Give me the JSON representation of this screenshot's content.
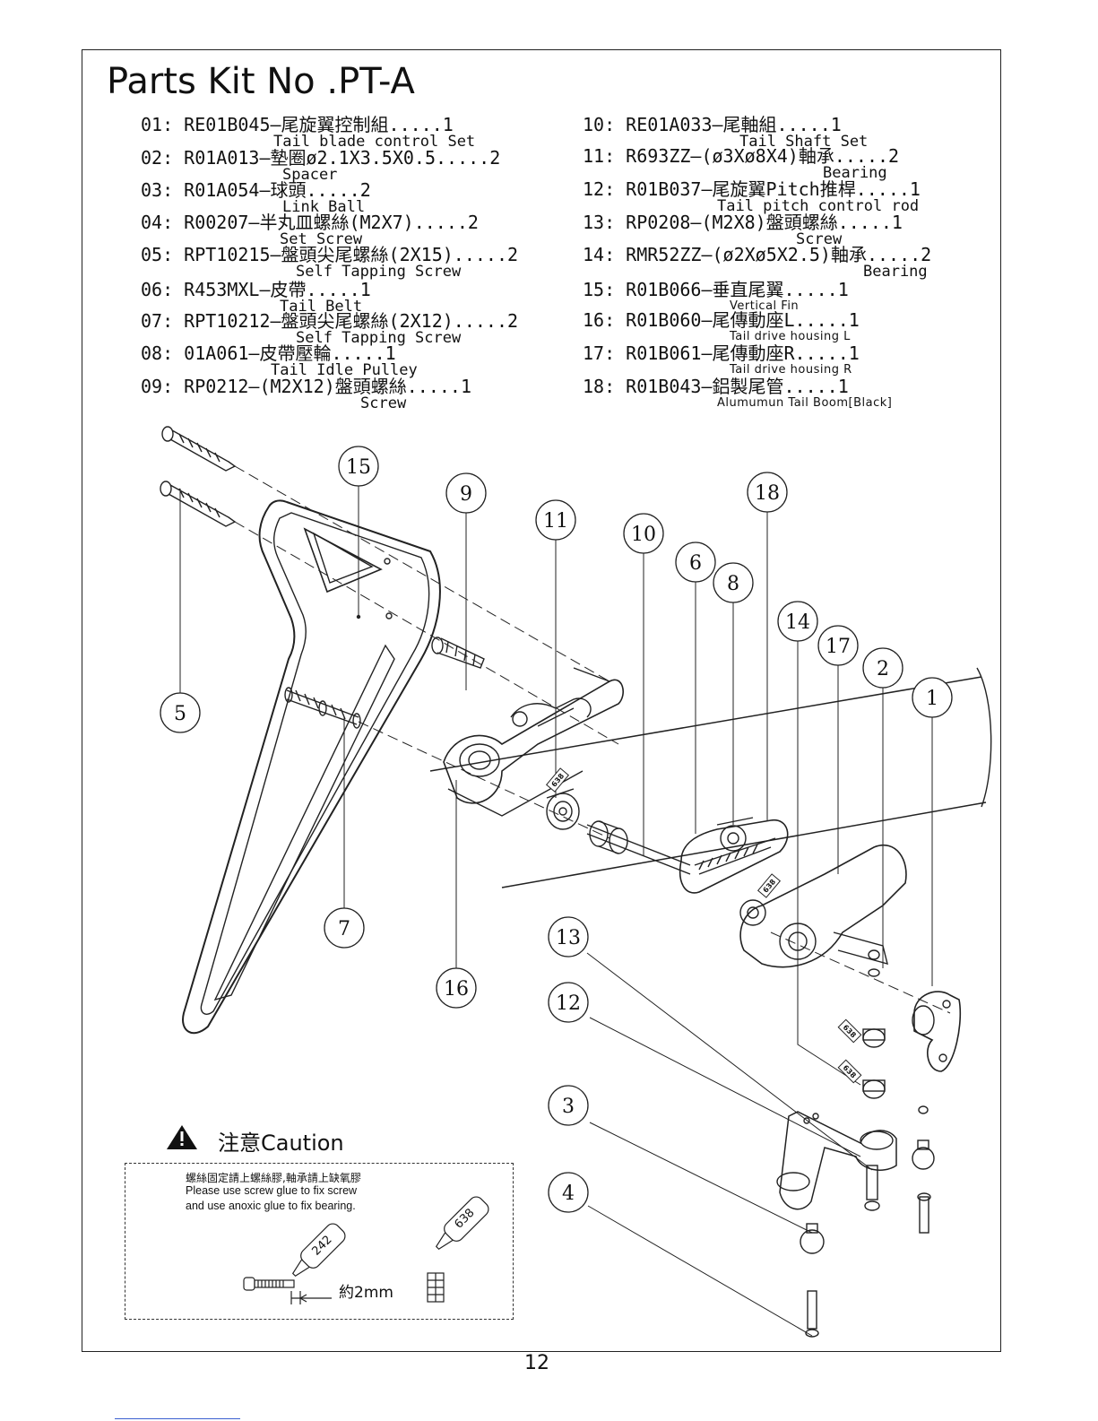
{
  "page": {
    "title": "Parts Kit No .PT-A",
    "page_number": "12"
  },
  "parts_left": [
    {
      "line": "01: RE01B045—尾旋翼控制組.....1",
      "sub": "Tail blade control Set"
    },
    {
      "line": "02: R01A013—墊圈ø2.1X3.5X0.5.....2",
      "sub": "Spacer"
    },
    {
      "line": "03: R01A054—球頭.....2",
      "sub": "Link Ball"
    },
    {
      "line": "04: R00207—半丸皿螺絲(M2X7).....2",
      "sub": "Set Screw"
    },
    {
      "line": "05: RPT10215—盤頭尖尾螺絲(2X15).....2",
      "sub": "Self Tapping Screw"
    },
    {
      "line": "06: R453MXL—皮帶.....1",
      "sub": "Tail Belt"
    },
    {
      "line": "07: RPT10212—盤頭尖尾螺絲(2X12).....2",
      "sub": "Self Tapping Screw"
    },
    {
      "line": "08: 01A061—皮帶壓輪.....1",
      "sub": "Tail Idle Pulley"
    },
    {
      "line": "09: RP0212—(M2X12)盤頭螺絲.....1",
      "sub": "Screw"
    }
  ],
  "parts_right": [
    {
      "line": "10: RE01A033—尾軸組.....1",
      "sub": "Tail Shaft Set"
    },
    {
      "line": "11: R693ZZ—(ø3Xø8X4)軸承.....2",
      "sub": "Bearing"
    },
    {
      "line": "12: R01B037—尾旋翼Pitch推桿.....1",
      "sub": "Tail pitch control rod"
    },
    {
      "line": "13: RP0208—(M2X8)盤頭螺絲.....1",
      "sub": "Screw"
    },
    {
      "line": "14: RMR52ZZ—(ø2Xø5X2.5)軸承.....2",
      "sub": "Bearing"
    },
    {
      "line": "15: R01B066—垂直尾翼.....1",
      "sub": "Vertical Fin"
    },
    {
      "line": "16: R01B060—尾傳動座L.....1",
      "sub": "Tail drive housing L"
    },
    {
      "line": "17: R01B061—尾傳動座R.....1",
      "sub": "Tail drive housing R"
    },
    {
      "line": "18: R01B043—鋁製尾管.....1",
      "sub": "Alumumun Tail Boom[Black]"
    }
  ],
  "callouts": [
    "15",
    "9",
    "11",
    "10",
    "6",
    "8",
    "18",
    "14",
    "17",
    "2",
    "1",
    "5",
    "7",
    "16",
    "13",
    "12",
    "3",
    "4"
  ],
  "caution": {
    "title": "注意Caution",
    "line_cn": "螺絲固定請上螺絲膠,軸承請上缺氧膠",
    "line_en1": "Please use screw glue to fix screw",
    "line_en2": "and use anoxic glue to fix bearing.",
    "glue1": "242",
    "glue2": "638",
    "dimension": "約2mm"
  },
  "bearing_label": "638"
}
